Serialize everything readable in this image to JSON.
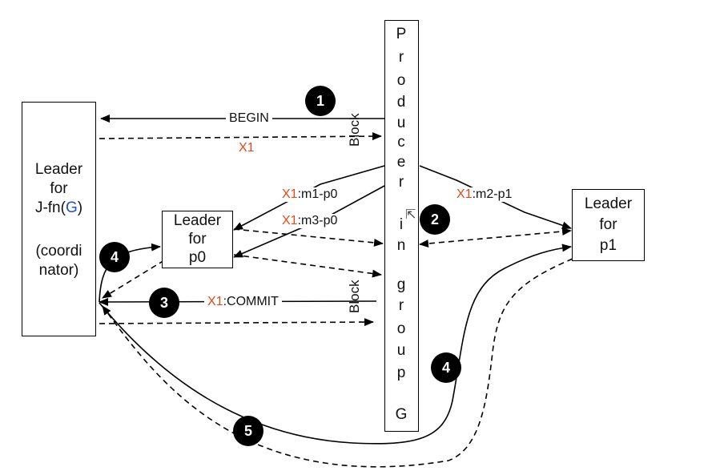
{
  "coordinator": {
    "line1": "Leader",
    "line2": "for",
    "line3_prefix": "J-fn(",
    "line3_g": "G",
    "line3_suffix": ")",
    "line4": "(coordi",
    "line5": "nator)"
  },
  "leader_p0": {
    "line1": "Leader",
    "line2": "for",
    "line3": "p0"
  },
  "leader_p1": {
    "line1": "Leader",
    "line2": "for",
    "line3": "p1"
  },
  "producer": {
    "letters": [
      "P",
      "r",
      "o",
      "d",
      "u",
      "c",
      "e",
      "r",
      "i",
      "n",
      "g",
      "r",
      "o",
      "u",
      "p"
    ],
    "g": "G"
  },
  "messages": {
    "begin": "BEGIN",
    "x1": "X1",
    "m1_x": "X1",
    "m1_rest": ":m1-p0",
    "m3_x": "X1",
    "m3_rest": ":m3-p0",
    "m2_x": "X1",
    "m2_rest": ":m2-p1",
    "commit_x": "X1",
    "commit_rest": ":COMMIT",
    "block_top": "Block",
    "block_bottom": "Block"
  },
  "steps": {
    "s1": "1",
    "s2": "2",
    "s3": "3",
    "s4a": "4",
    "s4b": "4",
    "s5": "5"
  },
  "colors": {
    "red": "#e04a1a",
    "blue": "#1e4fd0"
  }
}
